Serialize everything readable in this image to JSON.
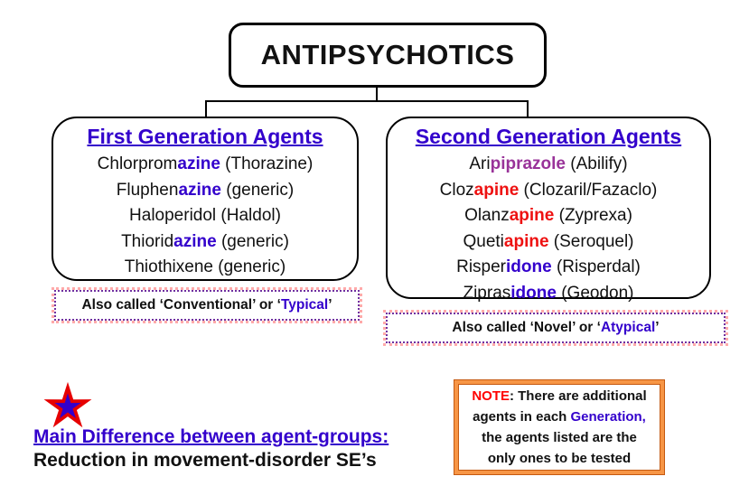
{
  "title": "ANTIPSYCHOTICS",
  "first_gen": {
    "heading": "First Generation Agents",
    "drugs": [
      {
        "pre": "Chlorprom",
        "highlight": "azine",
        "post": " (Thorazine)"
      },
      {
        "pre": "Fluphen",
        "highlight": "azine",
        "post": " (generic)"
      },
      {
        "pre": "Haloperidol",
        "highlight": "",
        "post": " (Haldol)"
      },
      {
        "pre": "Thiorid",
        "highlight": "azine",
        "post": " (generic)"
      },
      {
        "pre": "Thiothixene",
        "highlight": "",
        "post": " (generic)"
      }
    ],
    "alias": {
      "pre": "Also called ‘Conventional’ or ‘",
      "highlight": "Typical",
      "post": "’"
    }
  },
  "second_gen": {
    "heading": "Second Generation Agents",
    "drugs": [
      {
        "pre": "Ari",
        "highlight": "piprazole",
        "post": " (Abilify)"
      },
      {
        "pre": "Cloz",
        "highlight": "apine",
        "post": " (Clozaril/Fazaclo)"
      },
      {
        "pre": "Olanz",
        "highlight": "apine",
        "post": " (Zyprexa)"
      },
      {
        "pre": "Queti",
        "highlight": "apine",
        "post": " (Seroquel)"
      },
      {
        "pre": "Risper",
        "highlight": "idone",
        "post": " (Risperdal)"
      },
      {
        "pre": "Zipras",
        "highlight": "idone",
        "post": " (Geodon)"
      }
    ],
    "alias": {
      "pre": "Also called ‘Novel’ or ‘",
      "highlight": "Atypical",
      "post": "’"
    }
  },
  "main_difference": {
    "heading": "Main Difference between agent-groups:",
    "body": "Reduction in movement-disorder SE’s"
  },
  "note": {
    "label": "NOTE",
    "line1_rest": ": There are additional",
    "line2_pre": "agents in each ",
    "line2_highlight": "Generation,",
    "line3": "the agents listed are the",
    "line4": "only ones to be tested"
  },
  "icons": {
    "star": "star-icon"
  },
  "colors": {
    "heading_blue": "#3300CC",
    "suffix_blue": "#3300CC",
    "suffix_red": "#EE1111",
    "suffix_purple": "#993399",
    "note_red": "#FF0000",
    "note_border_orange": "#F79646",
    "note_border_dark": "#C55A11",
    "dotted_purple": "#7030A0",
    "dotted_pink": "#FFAAAA",
    "star_red": "#E60000",
    "star_blue": "#3300CC",
    "box_border": "#000000"
  }
}
